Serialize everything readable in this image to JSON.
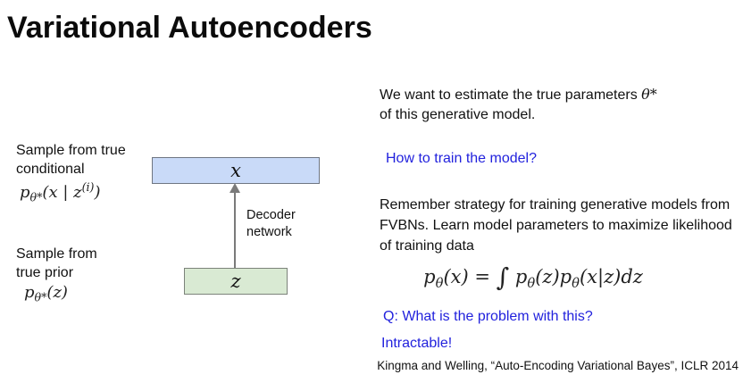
{
  "title": "Variational Autoencoders",
  "colors": {
    "accent_blue_text": "#2222dd",
    "x_box_fill": "#c9daf8",
    "x_box_border": "#6f7682",
    "z_box_fill": "#d9ead3",
    "z_box_border": "#7c837a",
    "arrow_gray": "#7a7a7a"
  },
  "diagram": {
    "conditional_label": "Sample from true conditional",
    "conditional_formula": {
      "p": "p",
      "sub": "θ*",
      "open": "(x | z",
      "sup": "(i)",
      "close": ")"
    },
    "prior_label": "Sample from true prior",
    "prior_formula": {
      "p": "p",
      "sub": "θ*",
      "rest": "(z)"
    },
    "x_box_label": "x",
    "z_box_label": "z",
    "decoder_label": "Decoder network"
  },
  "content": {
    "intro": {
      "line1_text": "We want to estimate the true parameters ",
      "line1_theta": "θ*",
      "line2": "of this generative model."
    },
    "question1": "How to train the model?",
    "strategy": "Remember strategy for training generative models from FVBNs. Learn model parameters to maximize likelihood of training data",
    "formula": {
      "p1": "p",
      "s1": "θ",
      "t1": "(x) = ",
      "integral": "∫",
      "p2": " p",
      "s2": "θ",
      "t2": "(z)p",
      "s3": "θ",
      "t3": "(x|z)dz"
    },
    "question2": "Q: What is the problem with this?",
    "answer": "Intractable!"
  },
  "citation": "Kingma and Welling, “Auto-Encoding Variational Bayes”, ICLR 2014"
}
